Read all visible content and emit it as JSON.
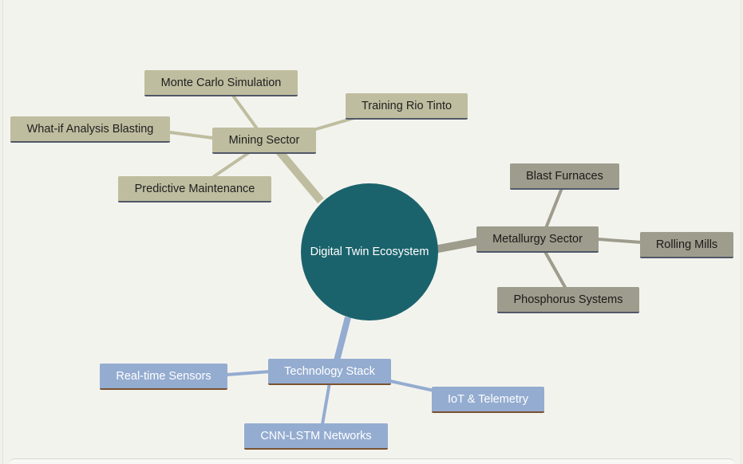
{
  "root": {
    "label": "Digital Twin Ecosystem"
  },
  "colors": {
    "root": "#1b636c",
    "mining": "#bfbd9f",
    "metallurgy": "#9e9d8d",
    "technology": "#94acd0"
  },
  "branches": [
    {
      "id": "mining",
      "label": "Mining Sector",
      "children": [
        {
          "label": "Monte Carlo Simulation"
        },
        {
          "label": "Training Rio Tinto"
        },
        {
          "label": "What-if Analysis Blasting"
        },
        {
          "label": "Predictive Maintenance"
        }
      ]
    },
    {
      "id": "metallurgy",
      "label": "Metallurgy Sector",
      "children": [
        {
          "label": "Blast Furnaces"
        },
        {
          "label": "Rolling Mills"
        },
        {
          "label": "Phosphorus Systems"
        }
      ]
    },
    {
      "id": "technology",
      "label": "Technology Stack",
      "children": [
        {
          "label": "Real-time Sensors"
        },
        {
          "label": "IoT & Telemetry"
        },
        {
          "label": "CNN-LSTM Networks"
        }
      ]
    }
  ]
}
